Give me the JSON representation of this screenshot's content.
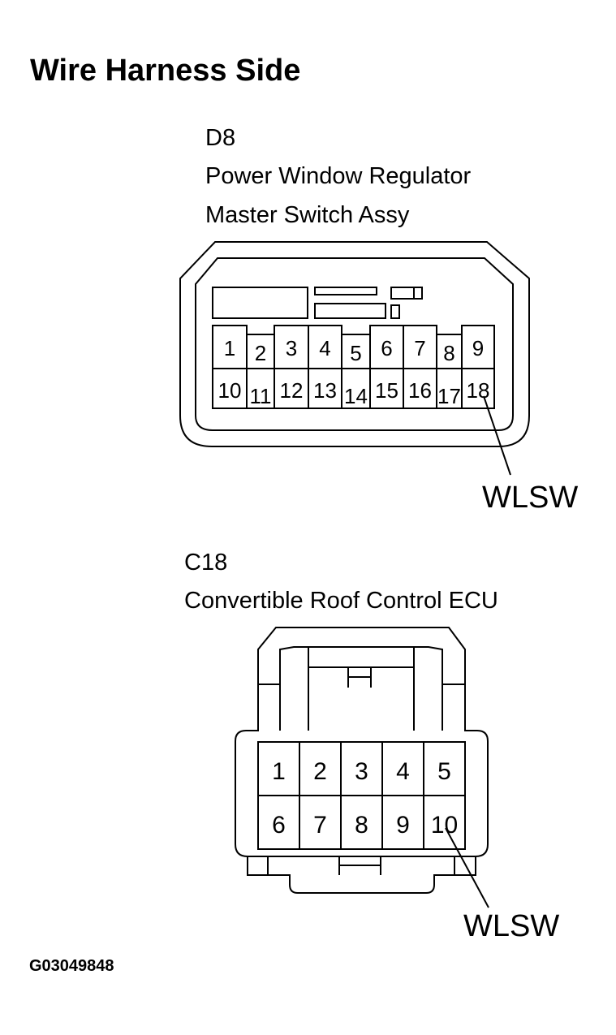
{
  "title": "Wire Harness Side",
  "connector_d8": {
    "id": "D8",
    "name_line1": "Power Window Regulator",
    "name_line2": "Master Switch Assy",
    "pins_top": [
      "1",
      "2",
      "3",
      "4",
      "5",
      "6",
      "7",
      "8",
      "9"
    ],
    "pins_bottom": [
      "10",
      "11",
      "12",
      "13",
      "14",
      "15",
      "16",
      "17",
      "18"
    ],
    "signal_label": "WLSW",
    "signal_pin": "18"
  },
  "connector_c18": {
    "id": "C18",
    "name": "Convertible Roof Control ECU",
    "pins_top": [
      "1",
      "2",
      "3",
      "4",
      "5"
    ],
    "pins_bottom": [
      "6",
      "7",
      "8",
      "9",
      "10"
    ],
    "signal_label": "WLSW",
    "signal_pin": "10"
  },
  "figure_code": "G03049848"
}
